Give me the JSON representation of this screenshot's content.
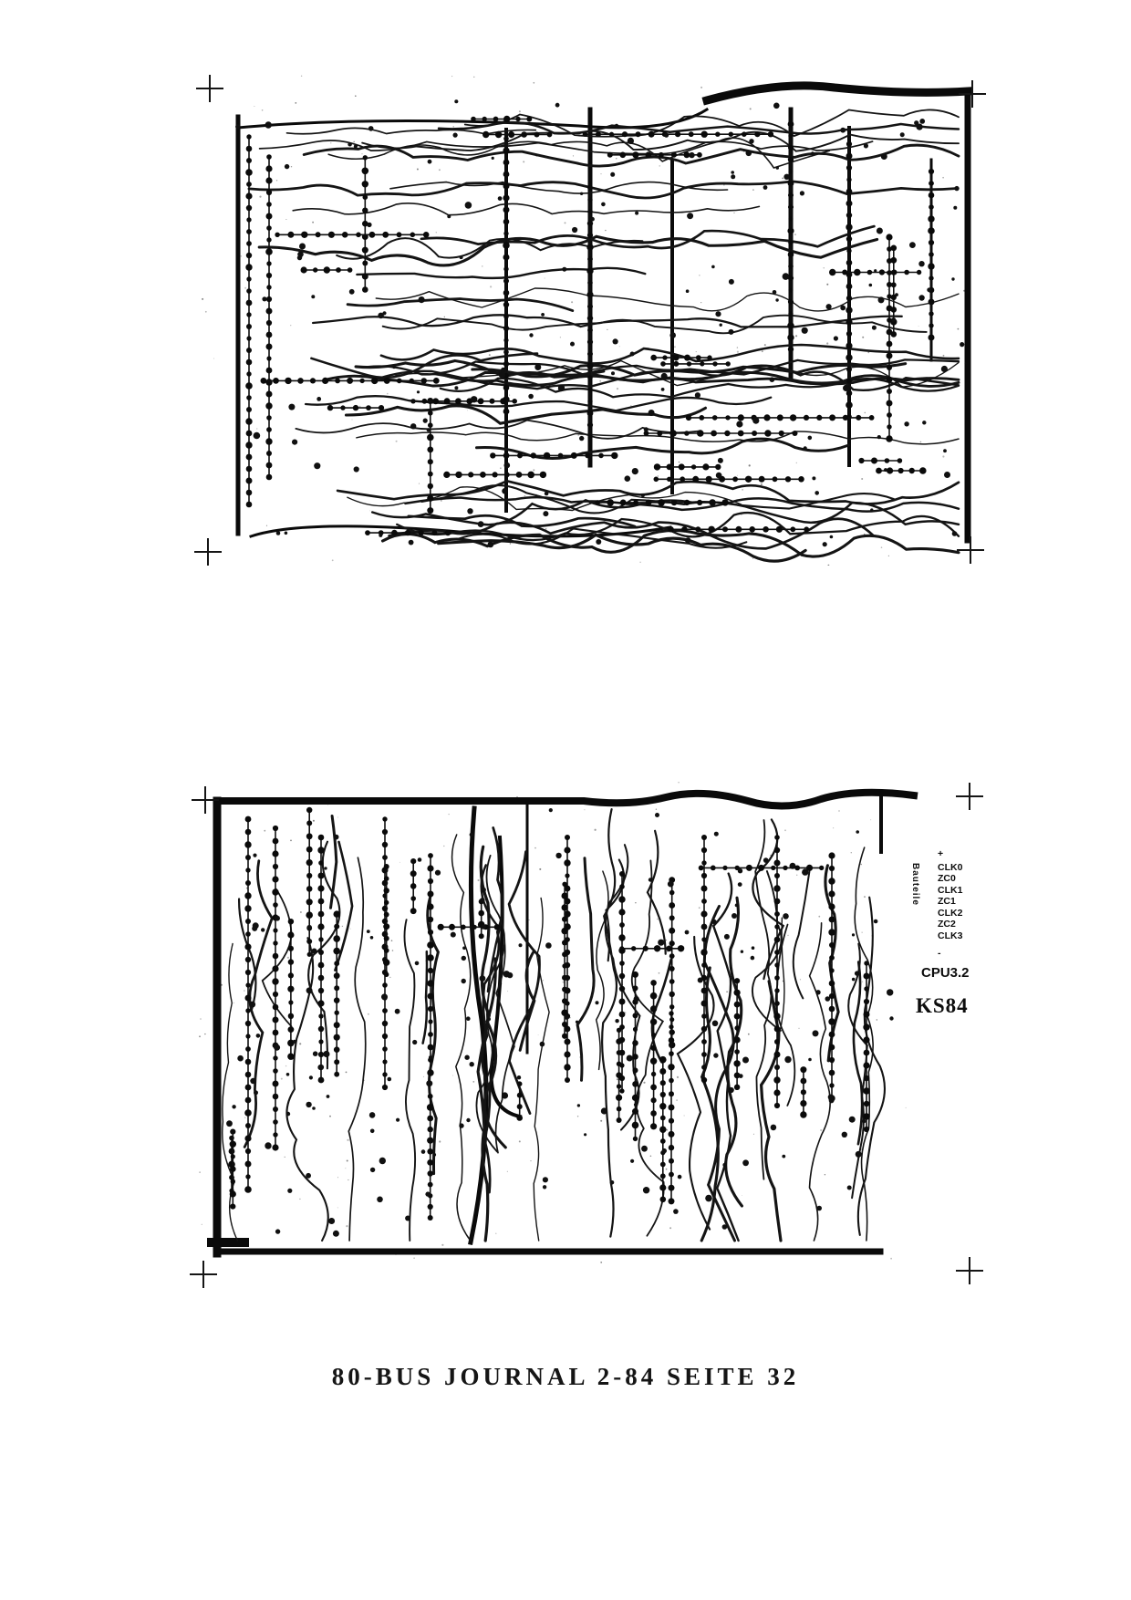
{
  "page": {
    "caption": "80-BUS JOURNAL 2-84 SEITE 32"
  },
  "boards": {
    "bottom": {
      "bauteile_label": "Bauteile",
      "side_labels": [
        "+",
        "CLK0",
        "ZC0",
        "CLK1",
        "ZC1",
        "CLK2",
        "ZC2",
        "CLK3",
        "-"
      ],
      "cpu_label": "CPU3.2",
      "ks_label": "KS84"
    }
  }
}
